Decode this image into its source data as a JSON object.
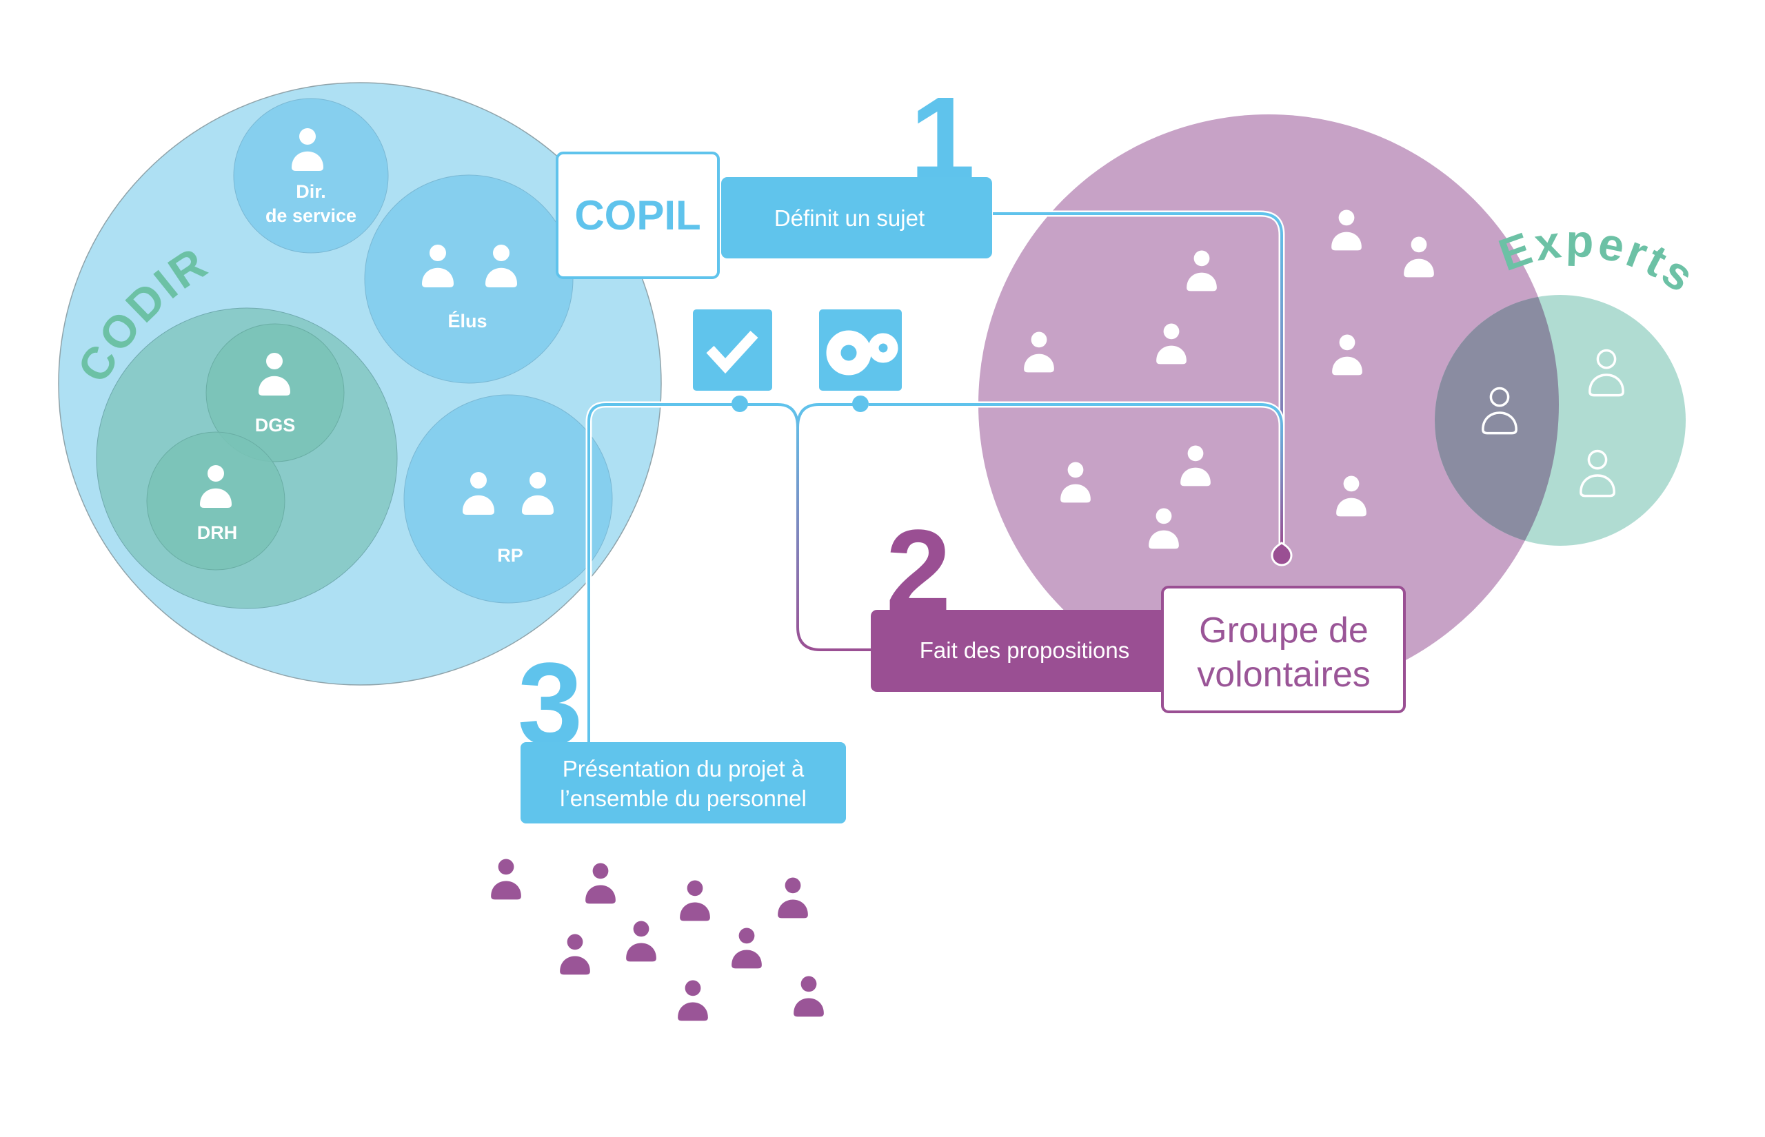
{
  "diagram": {
    "codir": {
      "label": "CODIR",
      "groups": [
        {
          "id": "dir-service",
          "label_lines": [
            "Dir.",
            "de service"
          ],
          "people": 1
        },
        {
          "id": "elus",
          "label_lines": [
            "Élus"
          ],
          "people": 2
        },
        {
          "id": "dgs",
          "label_lines": [
            "DGS"
          ],
          "people": 1
        },
        {
          "id": "drh",
          "label_lines": [
            "DRH"
          ],
          "people": 1
        },
        {
          "id": "rp",
          "label_lines": [
            "RP"
          ],
          "people": 2
        }
      ]
    },
    "copil": {
      "label": "COPIL",
      "step_number": "1",
      "step_text": "Définit un sujet"
    },
    "decision_icons": [
      {
        "icon": "checkmark-icon",
        "meaning": "validate"
      },
      {
        "icon": "infinity-icon",
        "meaning": "iterate"
      }
    ],
    "volunteers": {
      "label_lines": [
        "Groupe de",
        "volontaires"
      ],
      "step_number": "2",
      "step_text": "Fait des propositions",
      "people": 10
    },
    "experts": {
      "label": "Experts",
      "people": 3
    },
    "presentation": {
      "step_number": "3",
      "text_lines": [
        "Présentation du projet à",
        "l’ensemble du personnel"
      ],
      "audience_people": 9
    }
  },
  "colors": {
    "codir_circle": "#aee0f3",
    "codir_sub_circle": "#86cfee",
    "codir_green": "#8acbc9",
    "codir_green_inner": "#79c3b6",
    "codir_label": "#6cc1a5",
    "blue_accent": "#5fc3ec",
    "purple_circle": "#c7a2c6",
    "purple_accent": "#9a4f93",
    "experts_circle": "#b0dcd2",
    "experts_overlap": "#8a8ca1",
    "experts_label": "#6cc1a5",
    "audience_people": "#9a5597"
  }
}
